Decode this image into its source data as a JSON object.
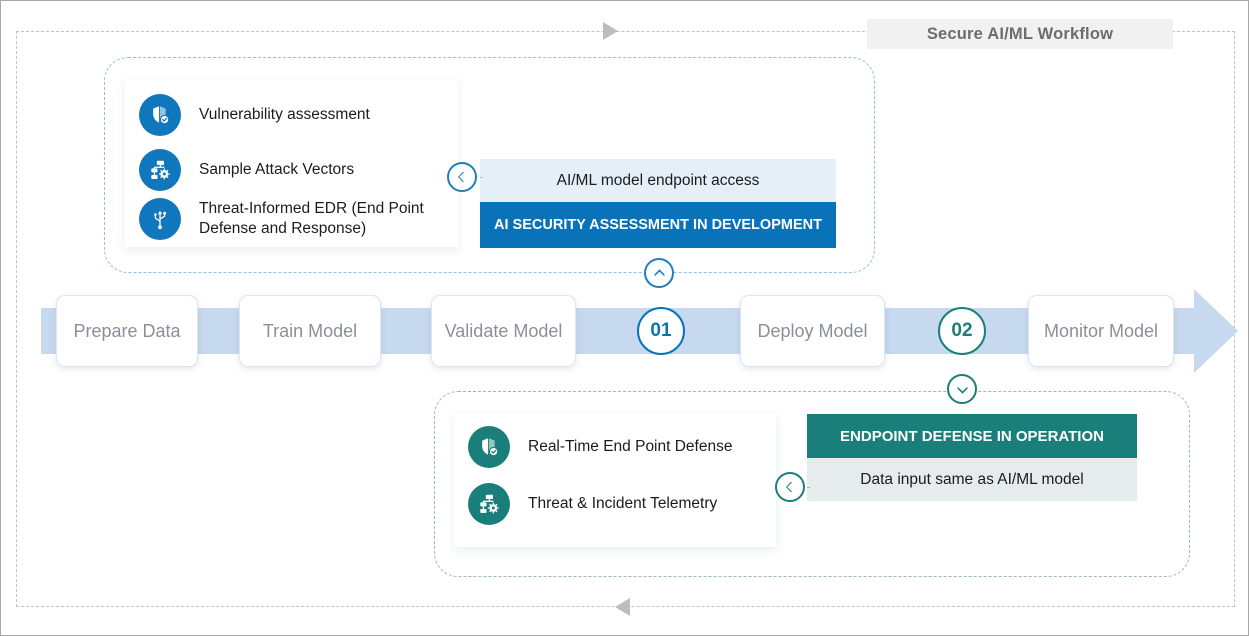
{
  "title": {
    "text": "Secure AI/ML Workflow"
  },
  "pipeline": {
    "stages": [
      {
        "label": "Prepare Data"
      },
      {
        "label": "Train Model"
      },
      {
        "label": "Validate Model"
      },
      {
        "label": "Deploy Model"
      },
      {
        "label": "Monitor Model"
      }
    ],
    "markers": [
      {
        "number": "01",
        "color": "#0a72b9"
      },
      {
        "number": "02",
        "color": "#1a7f7a"
      }
    ]
  },
  "top_panel": {
    "accent": "#1177bd",
    "features": [
      {
        "icon": "shield-check-icon",
        "label": "Vulnerability assessment"
      },
      {
        "icon": "network-gear-icon",
        "label": "Sample Attack Vectors"
      },
      {
        "icon": "usb-trident-icon",
        "label": "Threat-Informed EDR (End Point Defense and Response)"
      }
    ],
    "callout": {
      "subtitle": "AI/ML model endpoint access",
      "headline": "AI SECURITY ASSESSMENT IN DEVELOPMENT"
    }
  },
  "bottom_panel": {
    "accent": "#1a7f7a",
    "features": [
      {
        "icon": "shield-check-icon",
        "label": "Real-Time End Point Defense"
      },
      {
        "icon": "network-gear-icon",
        "label": "Threat & Incident Telemetry"
      }
    ],
    "callout": {
      "headline": "ENDPOINT DEFENSE IN OPERATION",
      "subtitle": "Data input same as AI/ML model"
    }
  }
}
